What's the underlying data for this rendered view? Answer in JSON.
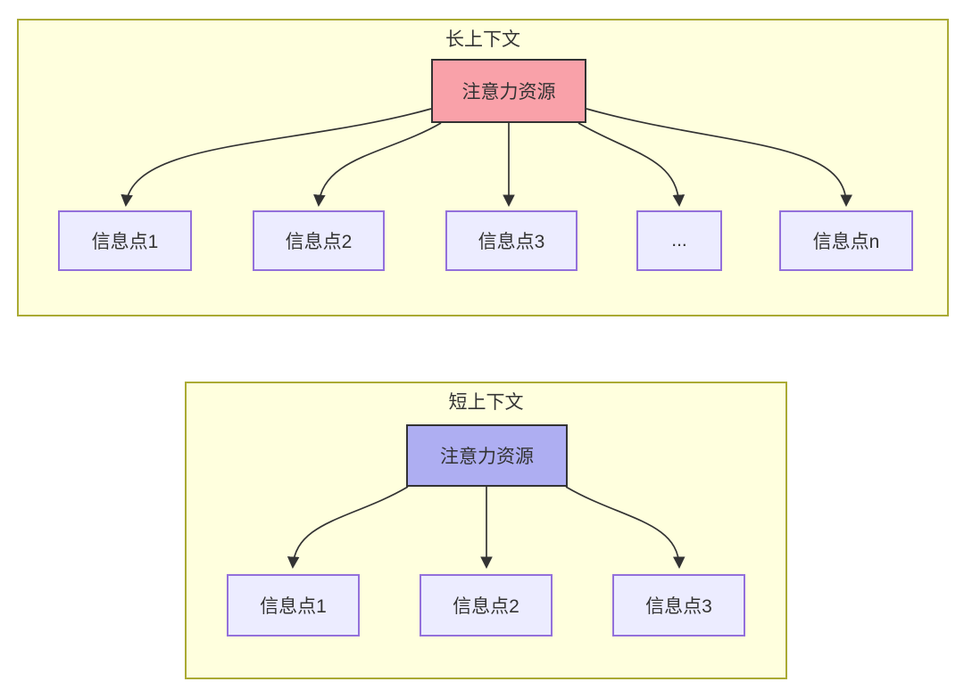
{
  "colors": {
    "cluster_fill": "#ffffde",
    "cluster_border": "#aaaa33",
    "node_fill": "#ececff",
    "node_border": "#9370db",
    "hub_long_fill": "#f9a1a9",
    "hub_short_fill": "#aeaef2",
    "hub_border": "#333333",
    "edge": "#333333"
  },
  "sections": [
    {
      "title": "长上下文",
      "source": {
        "label": "注意力资源"
      },
      "targets": [
        {
          "label": "信息点1"
        },
        {
          "label": "信息点2"
        },
        {
          "label": "信息点3"
        },
        {
          "label": "..."
        },
        {
          "label": "信息点n"
        }
      ],
      "edges": [
        {
          "from": "注意力资源",
          "to": "信息点1"
        },
        {
          "from": "注意力资源",
          "to": "信息点2"
        },
        {
          "from": "注意力资源",
          "to": "信息点3"
        },
        {
          "from": "注意力资源",
          "to": "..."
        },
        {
          "from": "注意力资源",
          "to": "信息点n"
        }
      ]
    },
    {
      "title": "短上下文",
      "source": {
        "label": "注意力资源"
      },
      "targets": [
        {
          "label": "信息点1"
        },
        {
          "label": "信息点2"
        },
        {
          "label": "信息点3"
        }
      ],
      "edges": [
        {
          "from": "注意力资源",
          "to": "信息点1"
        },
        {
          "from": "注意力资源",
          "to": "信息点2"
        },
        {
          "from": "注意力资源",
          "to": "信息点3"
        }
      ]
    }
  ]
}
